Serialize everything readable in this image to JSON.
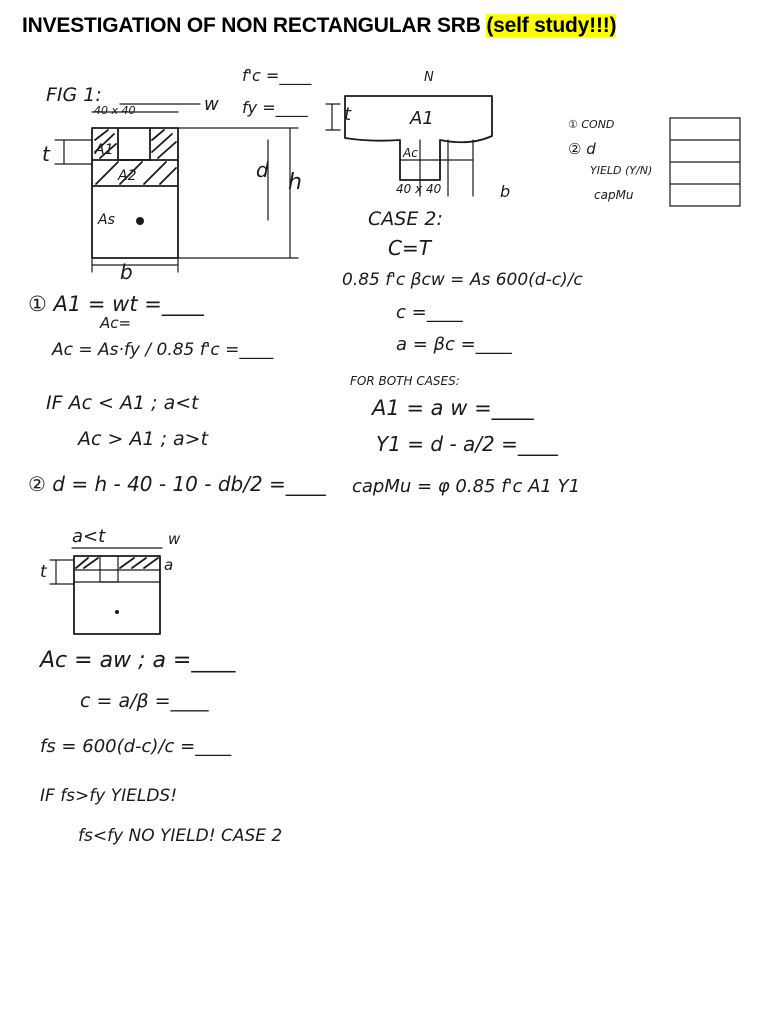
{
  "header": {
    "title_main": "INVESTIGATION OF NON RECTANGULAR SRB",
    "title_highlight": "(self study!!!)"
  },
  "figure1": {
    "label": "FIG 1:",
    "w_label": "w",
    "fc_line": "f'c =____",
    "fy_line": "fy =____",
    "t_label": "t",
    "a1_label": "A1",
    "a2_label": "A2",
    "as_label": "As",
    "d_label": "d",
    "h_label": "h",
    "b_label": "b",
    "dim_top": "40 x 40"
  },
  "right_figure": {
    "n_label": "N",
    "t_label": "t",
    "a1_label": "A1",
    "ac_label": "Ac",
    "dim_bottom": "40 x 40",
    "b_label": "b"
  },
  "checklist": {
    "items": [
      "① COND",
      "② d",
      "YIELD (Y/N)",
      "capMu"
    ]
  },
  "left_steps": {
    "step1_line1": "① A1 = wt =____",
    "step1_line2": "Ac = As·fy / 0.85 f'c =____",
    "ac_overwrite": "Ac=",
    "cond1": "IF Ac < A1 ; a<t",
    "cond2": "Ac > A1 ; a>t",
    "step2": "② d = h - 40 - 10 - db/2 =____"
  },
  "case1": {
    "heading": "a<t",
    "w_label": "w",
    "t_label": "t",
    "a_label": "a",
    "ac": "Ac = aw ; a =____",
    "c": "c = a/β =____",
    "fs": "fs = 600(d-c)/c =____",
    "yields": "IF fs>fy  YIELDS!",
    "no_yield": "fs<fy  NO YIELD! CASE 2"
  },
  "case2": {
    "heading": "CASE 2:",
    "ct": "C=T",
    "eq": "0.85 f'c βcw = As 600(d-c)/c",
    "c": "c =____",
    "a": "a = βc =____",
    "both_heading": "FOR BOTH CASES:",
    "a1": "A1 = a w =____",
    "y1": "Y1 = d - a/2 =____",
    "capmu": "capMu = φ 0.85 f'c A1 Y1"
  }
}
